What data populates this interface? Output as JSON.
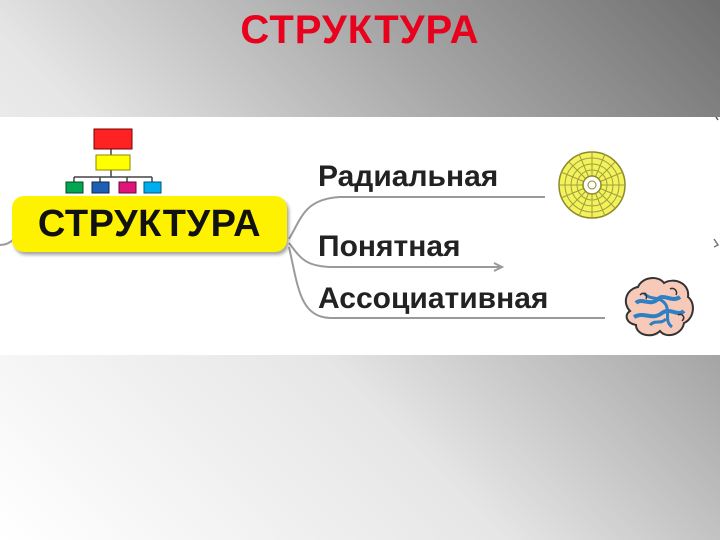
{
  "slide": {
    "title": "СТРУКТУРА"
  },
  "diagram": {
    "central_label": "СТРУКТУРА",
    "branches": [
      {
        "label": "Радиальная",
        "icon": "radial-pattern-icon"
      },
      {
        "label": "Понятная",
        "icon": ""
      },
      {
        "label": "Ассоциативная",
        "icon": "brain-icon"
      }
    ],
    "colors": {
      "title": "#e8001c",
      "central_box": "#fff200",
      "hierarchy_top": "#ff2222",
      "hierarchy_middle": "#ffff00",
      "hierarchy_leaves": [
        "#00a651",
        "#1e5fb4",
        "#e0157a",
        "#00aeef"
      ]
    }
  }
}
